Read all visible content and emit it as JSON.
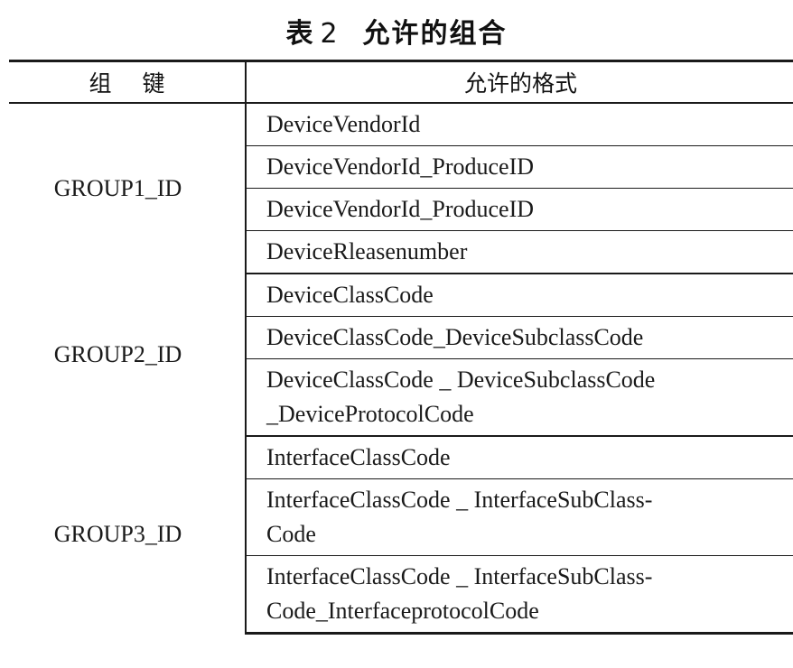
{
  "title": {
    "prefix": "表",
    "number": "2",
    "text": "允许的组合"
  },
  "table": {
    "headers": [
      "组键",
      "允许的格式"
    ],
    "groups": [
      {
        "key": "GROUP1_ID",
        "formats": [
          {
            "line1": "DeviceVendorId",
            "line2": ""
          },
          {
            "line1": "DeviceVendorId_ProduceID",
            "line2": ""
          },
          {
            "line1": "DeviceVendorId_ProduceID",
            "line2": ""
          },
          {
            "line1": "DeviceRleasenumber",
            "line2": ""
          }
        ]
      },
      {
        "key": "GROUP2_ID",
        "formats": [
          {
            "line1": "DeviceClassCode",
            "line2": ""
          },
          {
            "line1": "DeviceClassCode_DeviceSubclassCode",
            "line2": ""
          },
          {
            "line1": "DeviceClassCode _ DeviceSubclassCode",
            "line2": "_DeviceProtocolCode"
          }
        ]
      },
      {
        "key": "GROUP3_ID",
        "formats": [
          {
            "line1": "InterfaceClassCode",
            "line2": ""
          },
          {
            "line1": "InterfaceClassCode _ InterfaceSubClass-",
            "line2": "Code"
          },
          {
            "line1": "InterfaceClassCode _ InterfaceSubClass-",
            "line2": "Code_InterfaceprotocolCode"
          }
        ]
      }
    ]
  }
}
